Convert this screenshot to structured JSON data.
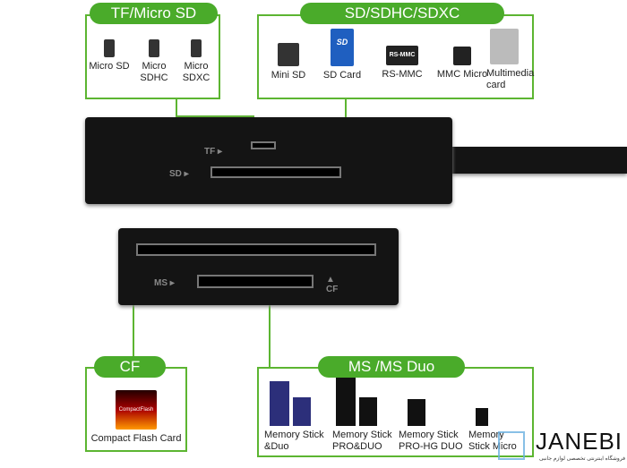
{
  "tf_group": {
    "title": "TF/Micro SD",
    "cards": [
      "Micro SD",
      "Micro SDHC",
      "Micro SDXC"
    ]
  },
  "sd_group": {
    "title": "SD/SDHC/SDXC",
    "cards": [
      "Mini SD",
      "SD Card",
      "RS-MMC",
      "MMC Micro",
      "Multimedia card"
    ]
  },
  "cf_group": {
    "title": "CF",
    "cards": [
      "Compact Flash Card"
    ]
  },
  "ms_group": {
    "title": "MS /MS Duo",
    "cards": [
      "Memory Stick &Duo",
      "Memory Stick PRO&DUO",
      "Memory Stick PRO-HG DUO",
      "Memory Stick Micro"
    ]
  },
  "reader": {
    "tf_label": "TF ▸",
    "sd_label": "SD ▸",
    "ms_label": "MS ▸",
    "cf_label": "▲ CF"
  },
  "card_text": {
    "sd": "SD",
    "rsmmc": "RS-MMC",
    "cf": "CompactFlash"
  },
  "brand": {
    "name": "JANEBI",
    "tagline": "فروشگاه اینترنتی تخصصی لوازم جانبی"
  },
  "colors": {
    "accent": "#4aab2a"
  }
}
